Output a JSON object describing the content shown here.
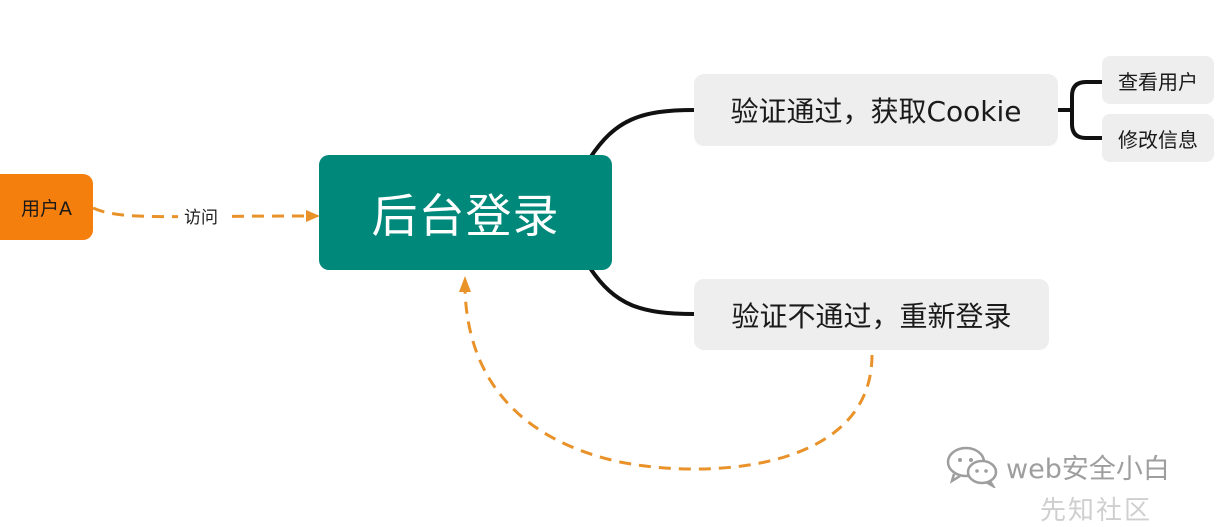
{
  "diagram": {
    "user_node": {
      "label": "用户A"
    },
    "access_edge": {
      "label": "访问"
    },
    "central_node": {
      "label": "后台登录"
    },
    "branch_success": {
      "label": "验证通过，获取Cookie"
    },
    "branch_fail": {
      "label": "验证不通过，重新登录"
    },
    "leaves": [
      {
        "label": "查看用户"
      },
      {
        "label": "修改信息"
      }
    ]
  },
  "watermark": {
    "text": "web安全小白",
    "secondary_text": "先知社区",
    "icon": "wechat-icon"
  },
  "colors": {
    "user_node": "#f57f0c",
    "central_node": "#00897b",
    "branch_node": "#eeeeee",
    "dashed_arrow": "#e9922a",
    "connector": "#111111",
    "watermark": "#9e9e9e"
  }
}
